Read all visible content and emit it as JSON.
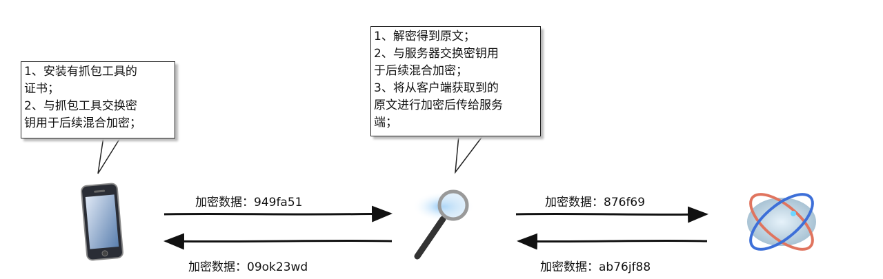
{
  "callouts": {
    "client": [
      "1、安装有抓包工具的",
      "证书；",
      "2、与抓包工具交换密",
      "钥用于后续混合加密；"
    ],
    "proxy": [
      "1、解密得到原文；",
      "2、与服务器交换密钥用",
      "于后续混合加密；",
      "3、将从客户端获取到的",
      "原文进行加密后传给服务",
      "端；"
    ]
  },
  "arrows": {
    "client_to_proxy": "加密数据：949fa51",
    "proxy_to_client": "加密数据：09ok23wd",
    "proxy_to_server": "加密数据：876f69",
    "server_to_proxy": "加密数据：ab76jf88"
  },
  "icons": {
    "client": "smartphone-icon",
    "proxy": "magnifier-icon",
    "server": "cloud-server-icon"
  }
}
